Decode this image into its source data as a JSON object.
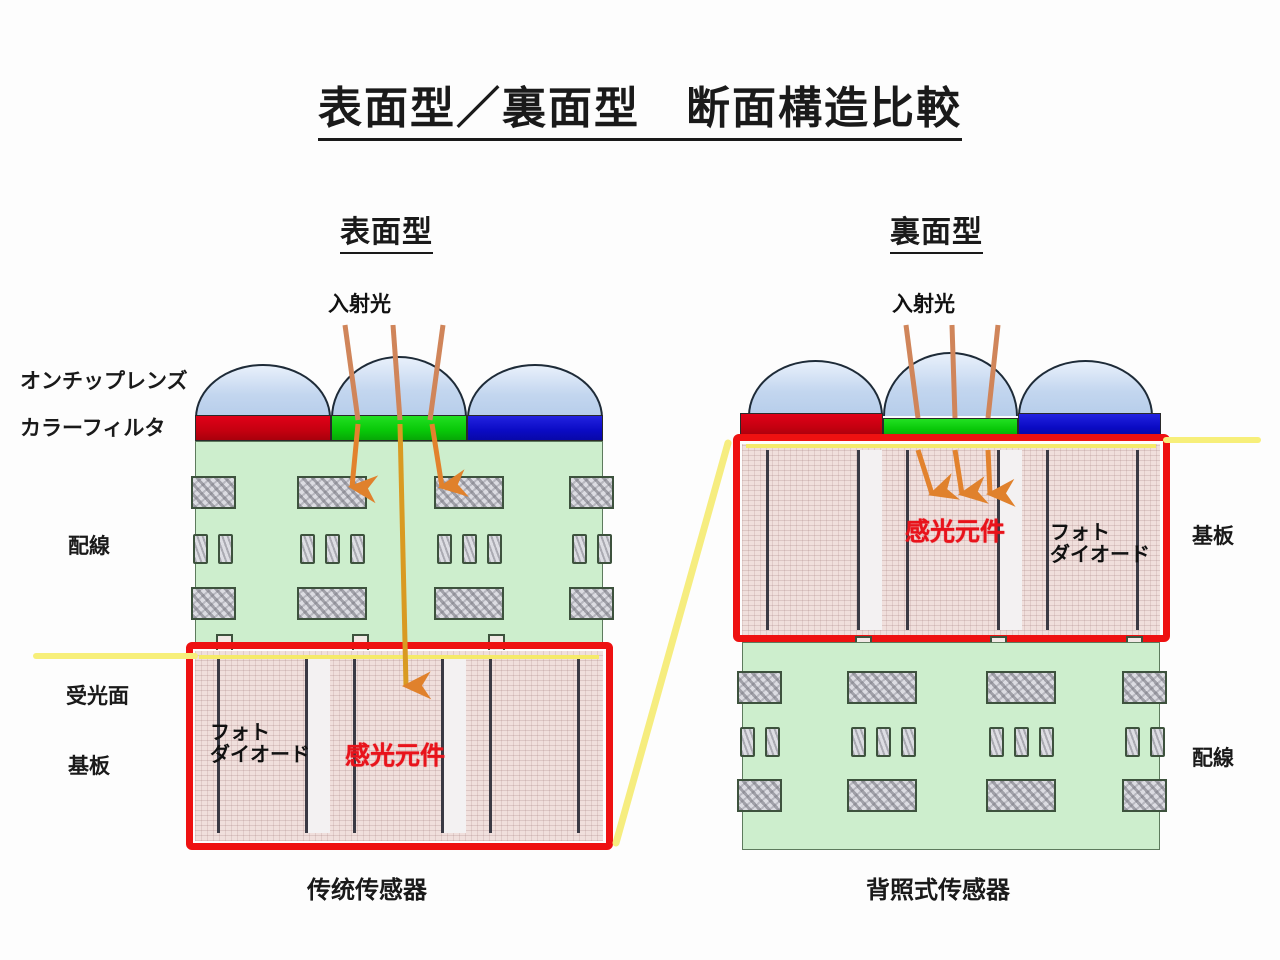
{
  "title": "表面型／裏面型　断面構造比較",
  "columns": {
    "left": {
      "header": "表面型",
      "caption": "传统传感器",
      "incident_light": "入射光"
    },
    "right": {
      "header": "裏面型",
      "caption": "背照式传感器",
      "incident_light": "入射光"
    }
  },
  "labels": {
    "on_chip_lens": "オンチップレンズ",
    "color_filter": "カラーフィルタ",
    "wiring_left": "配線",
    "light_surface": "受光面",
    "substrate_left": "基板",
    "substrate_right": "基板",
    "wiring_right": "配線"
  },
  "callouts": {
    "photodiode_jp": "フォト\nダイオード",
    "photosensor_cn": "感光元件"
  },
  "colors": {
    "filter_red": "#cc0010",
    "filter_green": "#08c808",
    "filter_blue": "#0b0bc4",
    "lens": "#c3d6ef",
    "wiring_layer": "#cdeecd",
    "substrate": "#f0dfdc",
    "highlight_box": "#ee1111",
    "connector": "#f7ef7a",
    "light_ray": "#d4762e"
  }
}
